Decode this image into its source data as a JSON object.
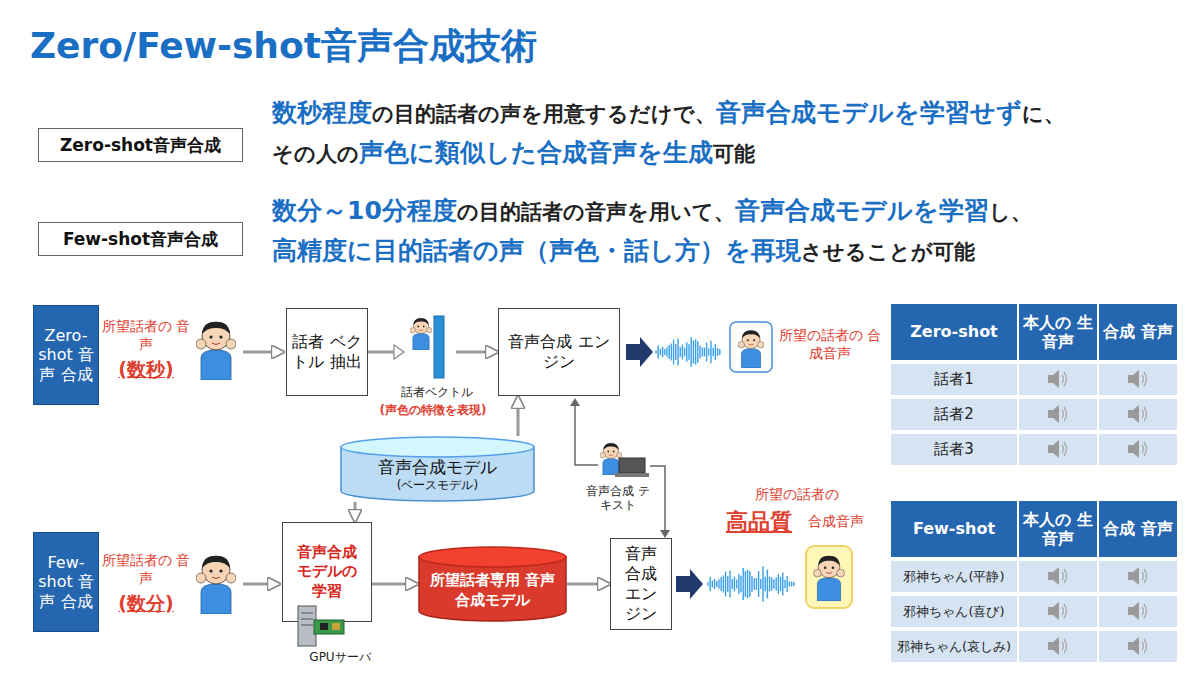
{
  "diagram": {
    "title": "Zero/Few-shot音声合成技術",
    "nodes": [
      {
        "text": [
          "Zero-shot音声合成"
        ]
      },
      {
        "text": [
          "Few-shot音声合成"
        ]
      },
      {
        "text": [
          "Zero- shot 音声 合成"
        ]
      },
      {
        "text": [
          "話者 ベクトル 抽出"
        ]
      },
      {
        "text": [
          "音声合成 エンジン"
        ]
      },
      {
        "text": [
          "音声合成モデル",
          "(ベースモデル)"
        ]
      },
      {
        "text": [
          "Few- shot 音声 合成"
        ]
      },
      {
        "text": [
          "音声合成 モデルの 学習"
        ]
      },
      {
        "text": [
          "所望話者専用 音声合成モデル"
        ]
      },
      {
        "text": [
          "音声 合成 エン ジン"
        ]
      }
    ],
    "edges": [
      {
        "from": 3,
        "to": 4,
        "arrow": "to"
      },
      {
        "from": 5,
        "to": 4,
        "arrow": "to"
      },
      {
        "from": 5,
        "to": 7,
        "arrow": "to"
      },
      {
        "from": 7,
        "to": 8,
        "arrow": "to"
      },
      {
        "from": 8,
        "to": 9,
        "arrow": "to"
      }
    ],
    "labels": [
      "数秒程度",
      "の目的話者の声を用意するだけで、",
      "音声合成モデルを学習せず",
      "に、",
      "その人の",
      "声色に類似した合成音声を生成",
      "可能",
      "数分～10分程度",
      "の目的話者の音声を用いて、",
      "音声合成モデルを学習",
      "し、",
      "高精度に目的話者の声（声色・話し方）を再現",
      "させることが可能",
      "所望話者の 音声",
      "(数秒)",
      "話者ベクトル",
      "(声色の特徴を表現)",
      "所望の話者の 合成音声",
      "音声合成 テキスト",
      "所望話者の 音声",
      "(数分)",
      "GPUサーバ",
      "所望の話者の",
      "高品質",
      "合成音声",
      "Zero-shot",
      "本人の 生音声",
      "合成 音声",
      "話者1",
      "話者2",
      "話者3",
      "Few-shot",
      "本人の 生音声",
      "合成 音声",
      "邪神ちゃん(平静)",
      "邪神ちゃん(喜び)",
      "邪神ちゃん(哀しみ)"
    ]
  }
}
